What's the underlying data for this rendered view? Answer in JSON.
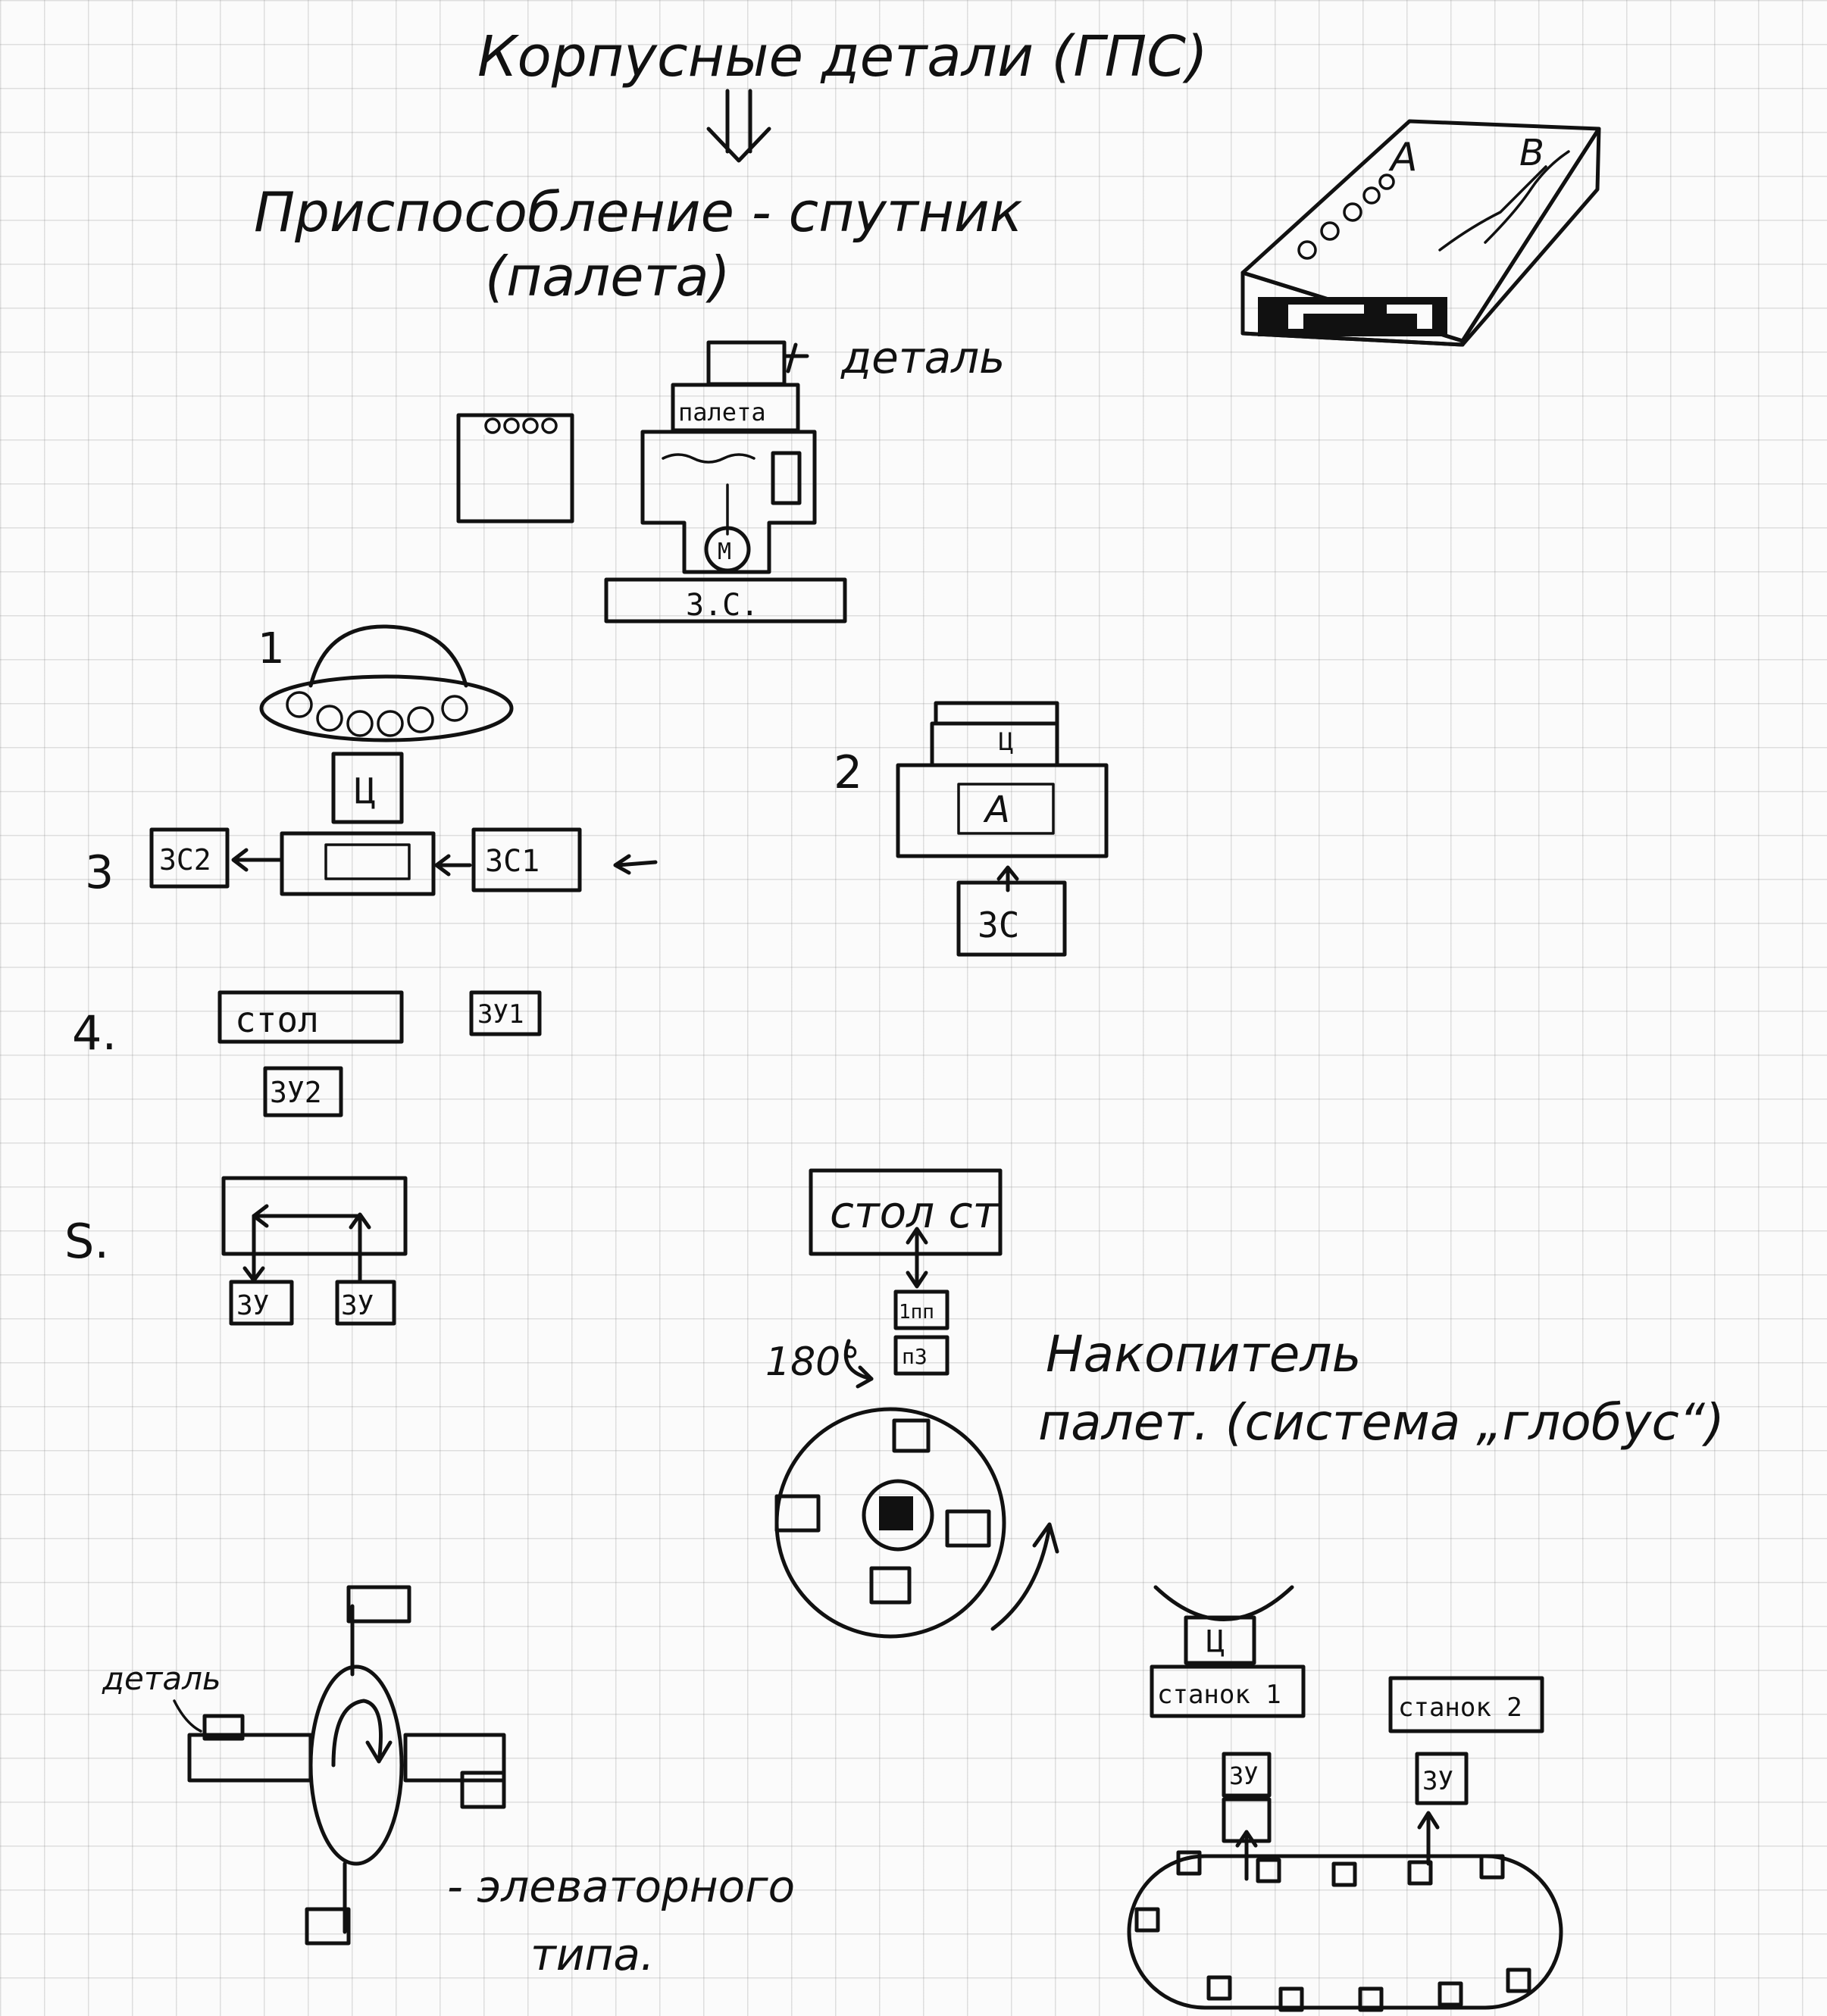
{
  "title": "Корпусные детали (ГПС)",
  "subtitle_line1": "Приспособление - спутник",
  "subtitle_line2": "(палета)",
  "fixture": {
    "detail_label": "деталь",
    "pallet_label": "палета",
    "motor_label": "М",
    "base_label": "З.С."
  },
  "block_labels": {
    "a": "А",
    "b": "В"
  },
  "scheme1": {
    "number": "1",
    "ts_label": "Ц"
  },
  "scheme2": {
    "number": "2",
    "ts_label": "Ц",
    "part_label": "А",
    "sc_label": "3С"
  },
  "scheme3": {
    "number": "3",
    "left_label": "3С2",
    "right_label": "3С1"
  },
  "scheme4": {
    "number": "4.",
    "table_label": "стол",
    "zu1_label": "ЗУ1",
    "zu2_label": "ЗУ2"
  },
  "scheme5": {
    "number": "S.",
    "left_label": "ЗУ",
    "right_label": "ЗУ"
  },
  "storage": {
    "table_label": "стол ст",
    "pos1_label": "1пп",
    "pos2_label": "п3",
    "angle_label": "180°",
    "title_line1": "Накопитель",
    "title_line2": "палет. (система „глобус“)"
  },
  "elevator": {
    "detail_label": "деталь",
    "caption_line1": "- элеваторного",
    "caption_line2": "типа."
  },
  "conveyor": {
    "machine1_label": "станок 1",
    "machine2_label": "станок 2",
    "zu1_label": "ЗУ",
    "zu2_label": "ЗУ",
    "center_label": "Ц"
  }
}
